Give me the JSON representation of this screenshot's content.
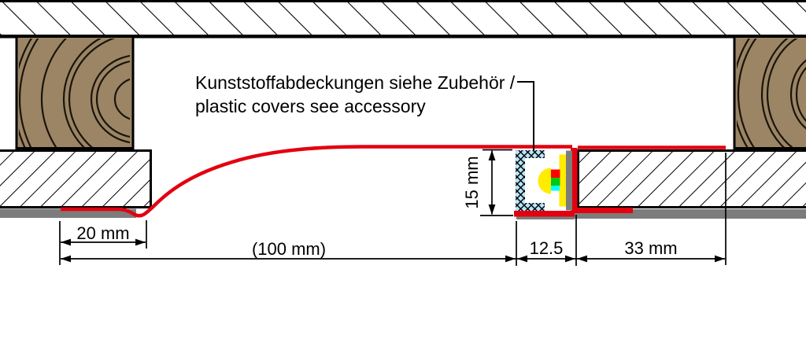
{
  "title": "LED plaster profile cross-section drawing",
  "annotation": {
    "line1": "Kunststoffabdeckungen siehe Zubehör /",
    "line2": "plastic covers see accessory"
  },
  "dims": {
    "d20": "20 mm",
    "d100": "(100 mm)",
    "d15": "15 mm",
    "d125": "12.5",
    "d33": "33 mm"
  },
  "colors": {
    "red": "#e3000f",
    "wood": "#9b8565",
    "grain": "#1a140c",
    "gray": "#7c7c7c",
    "cover_blue": "#b8e4f8",
    "led_yellow": "#ffec00",
    "chip_red": "#ff0000",
    "chip_green": "#00c814",
    "chip_cyan": "#00ffff",
    "line_black": "#000000"
  }
}
